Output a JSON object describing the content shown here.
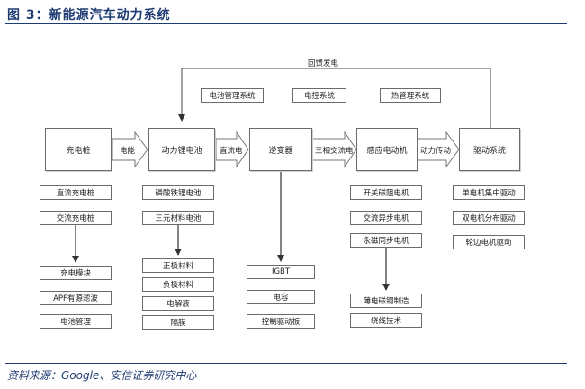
{
  "header": {
    "title": "图 3：新能源汽车动力系统"
  },
  "footer": {
    "source": "资料来源：Google、安信证券研究中心"
  },
  "diagram": {
    "feedback_label": "回馈发电",
    "capabilities": [
      "电池管理系统",
      "电控系统",
      "热管理系统"
    ],
    "main_nodes": [
      "充电桩",
      "动力锂电池",
      "逆变器",
      "感应电动机",
      "驱动系统"
    ],
    "edge_labels": [
      "电能",
      "直流电",
      "三相交流电",
      "动力传动"
    ],
    "charger_items": [
      "直流充电桩",
      "交流充电桩"
    ],
    "charger_components": [
      "充电模块",
      "APF有源滤波",
      "电池管理"
    ],
    "battery_items": [
      "磷酸铁锂电池",
      "三元材料电池"
    ],
    "battery_materials": [
      "正极材料",
      "负极材料",
      "电解液",
      "隔膜"
    ],
    "inverter_components": [
      "IGBT",
      "电容",
      "控制驱动板"
    ],
    "motor_items": [
      "开关磁阻电机",
      "交流异步电机",
      "永磁同步电机"
    ],
    "motor_techs": [
      "薄电磁钢制造",
      "绕线技术"
    ],
    "drive_items": [
      "单电机集中驱动",
      "双电机分布驱动",
      "轮边电机驱动"
    ]
  }
}
